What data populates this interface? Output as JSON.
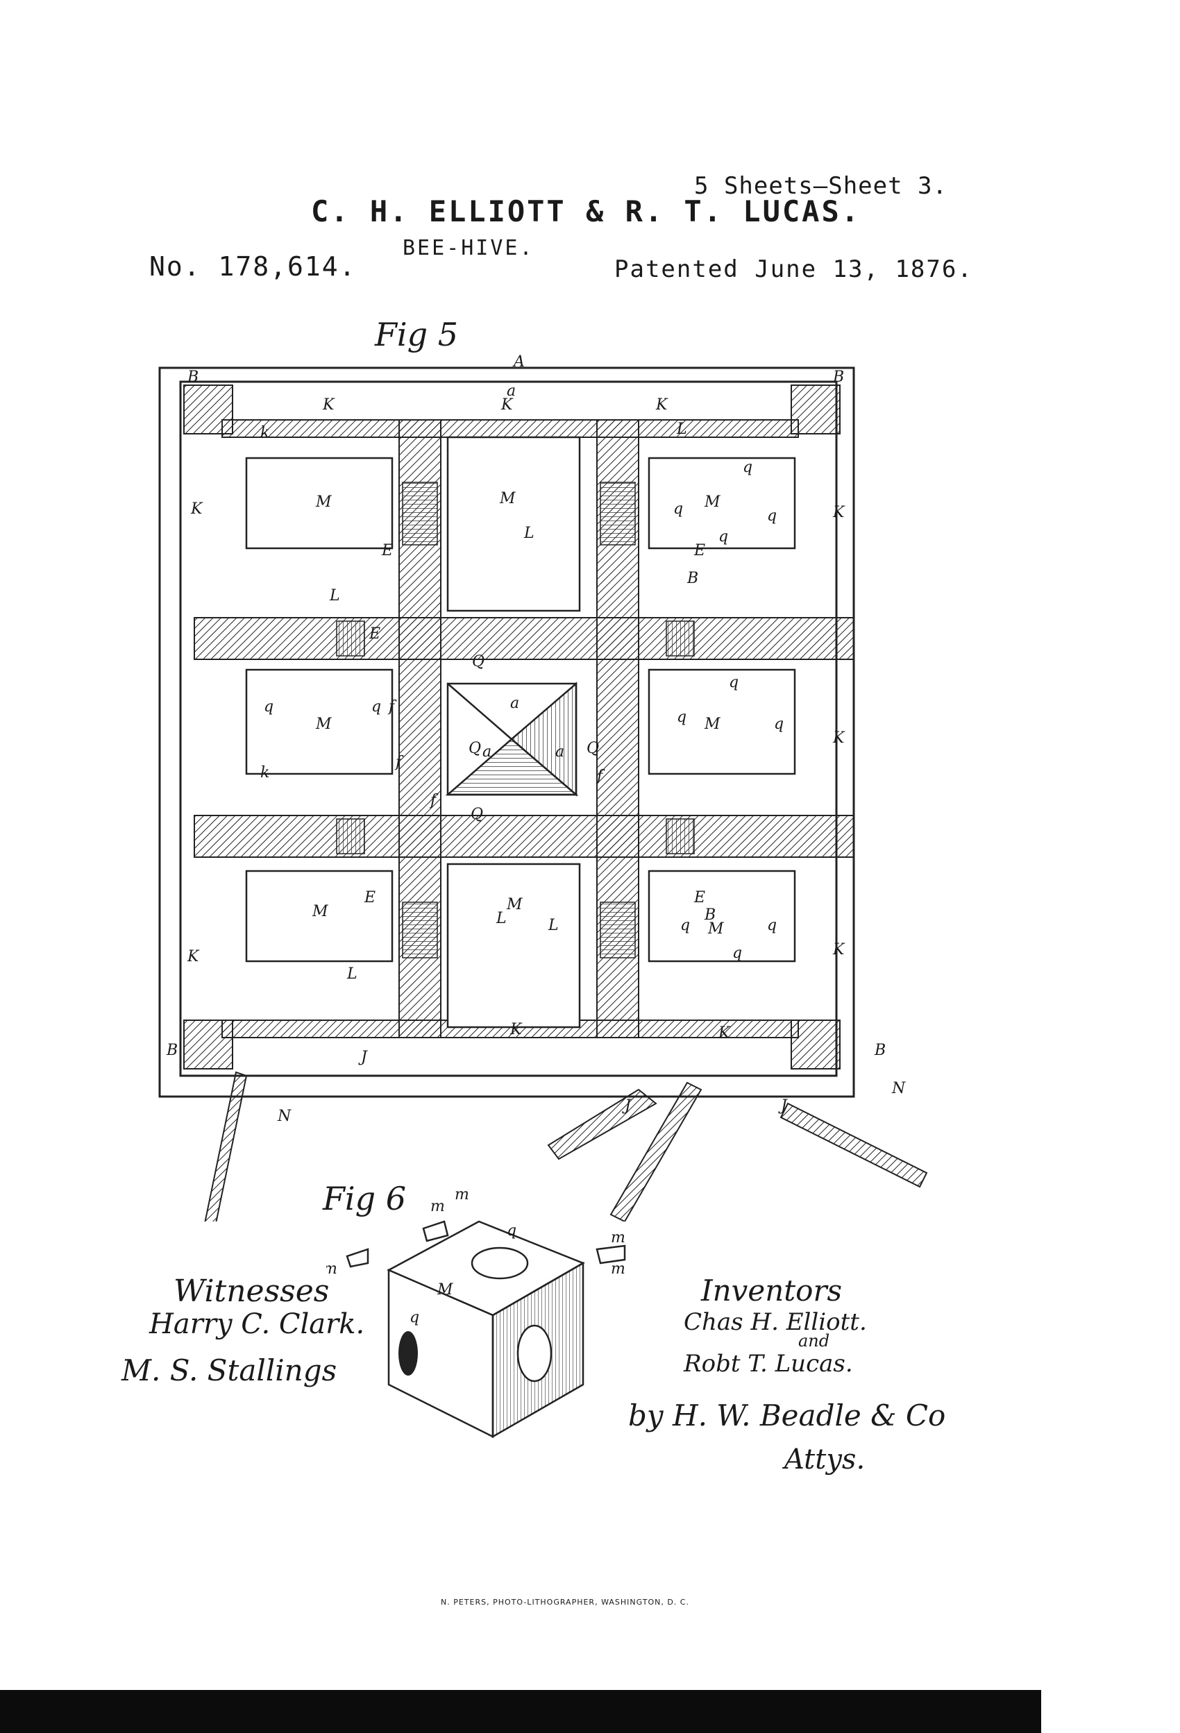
{
  "header": {
    "sheet": "5 Sheets—Sheet 3.",
    "inventors": "C. H. ELLIOTT & R. T. LUCAS.",
    "title": "BEE-HIVE.",
    "patent_no": "No. 178,614.",
    "patented": "Patented June 13, 1876."
  },
  "figures": {
    "fig5_label": "Fig 5",
    "fig6_label": "Fig 6",
    "fig5_marks": [
      "A",
      "B",
      "K",
      "k",
      "a",
      "M",
      "L",
      "E",
      "q",
      "Q",
      "f",
      "J",
      "N"
    ],
    "fig6_marks": [
      "m",
      "m'",
      "M",
      "q"
    ]
  },
  "witnesses": {
    "heading": "Witnesses",
    "names": [
      "Harry C. Clark.",
      "M. S. Stallings"
    ]
  },
  "inventors_block": {
    "heading": "Inventors",
    "name1": "Chas H. Elliott.",
    "conj": "and",
    "name2": "Robt T. Lucas."
  },
  "attorneys": {
    "by": "by H. W. Beadle & Co",
    "label": "Attys."
  },
  "footer": "N. PETERS, PHOTO-LITHOGRAPHER, WASHINGTON, D. C."
}
